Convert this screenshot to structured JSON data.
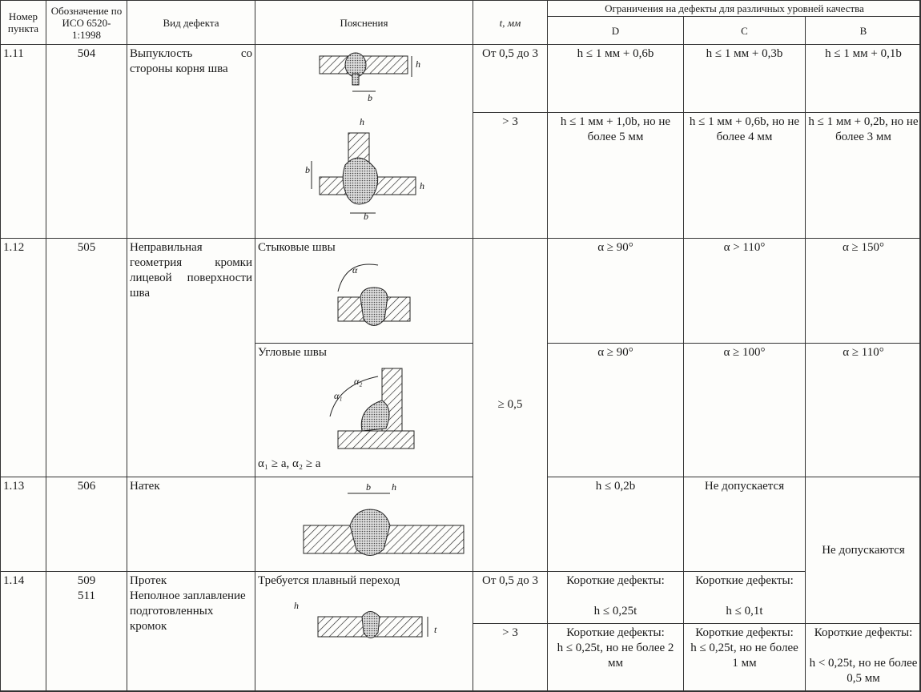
{
  "header": {
    "col_number": "Номер пункта",
    "col_iso": "Обозначение по ИСО 6520-1:1998",
    "col_defect": "Вид дефекта",
    "col_explanation": "Пояснения",
    "col_t": "t, мм",
    "col_limits": "Ограничения на дефекты для различных уровней качества",
    "level_d": "D",
    "level_c": "C",
    "level_b": "B"
  },
  "rows": {
    "r111": {
      "number": "1.11",
      "iso": "504",
      "defect": "Выпуклость со стороны корня шва",
      "t1": "От 0,5 до 3",
      "d1": "h ≤ 1 мм + 0,6b",
      "c1": "h ≤ 1 мм + 0,3b",
      "b1": "h ≤ 1 мм + 0,1b",
      "t2": "> 3",
      "d2": "h ≤ 1 мм + 1,0b, но не более 5 мм",
      "c2": "h ≤ 1 мм + 0,6b, но не более 4 мм",
      "b2": "h ≤ 1 мм + 0,2b, но не более 3 мм"
    },
    "r112": {
      "number": "1.12",
      "iso": "505",
      "defect": "Неправильная геометрия кромки лицевой поверхности шва",
      "butt_label": "Стыковые швы",
      "fillet_label": "Угловые швы",
      "fillet_note": "α₁ ≥ a,  α₂ ≥ a",
      "t": "≥ 0,5",
      "d1": "α ≥ 90°",
      "c1": "α > 110°",
      "b1": "α ≥ 150°",
      "d2": "α ≥ 90°",
      "c2": "α ≥ 100°",
      "b2": "α ≥ 110°"
    },
    "r113": {
      "number": "1.13",
      "iso": "506",
      "defect": "Натек",
      "d": "h ≤ 0,2b",
      "c": "Не допускается",
      "b": "Не допускаются"
    },
    "r114": {
      "number": "1.14",
      "iso": "509\n511",
      "defect": "Протек\nНеполное заплавление подготовленных кромок",
      "explanation": "Требуется плавный переход",
      "t1": "От 0,5 до 3",
      "d1_title": "Короткие дефекты:",
      "d1_value": "h ≤ 0,25t",
      "c1_title": "Короткие дефекты:",
      "c1_value": "h ≤ 0,1t",
      "t2": "> 3",
      "d2_title": "Короткие дефекты:",
      "d2_value": "h ≤ 0,25t, но не более 2 мм",
      "c2_title": "Короткие дефекты:",
      "c2_value": "h ≤ 0,25t, но не более 1 мм",
      "b2_title": "Короткие дефекты:",
      "b2_value": "h < 0,25t, но не более 0,5 мм"
    }
  },
  "drawing_labels": {
    "h": "h",
    "b": "b",
    "t": "t",
    "alpha": "α",
    "alpha1": "α₁",
    "alpha2": "α₂"
  }
}
